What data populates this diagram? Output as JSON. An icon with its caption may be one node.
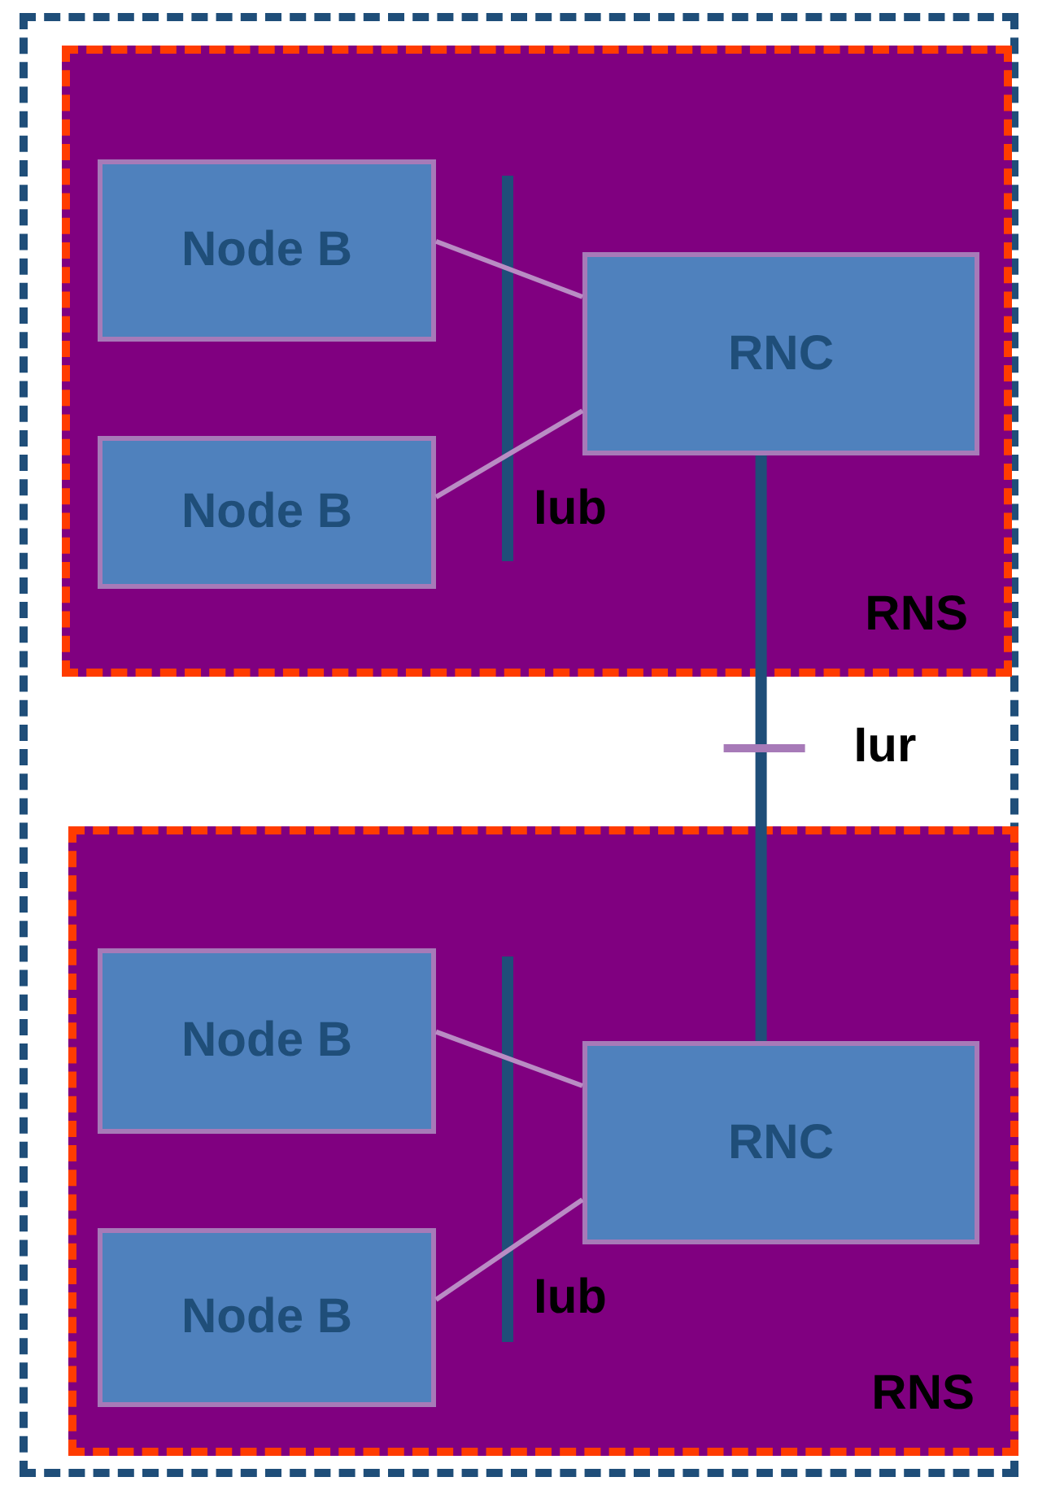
{
  "diagram": {
    "nodes": [
      {
        "text": [],
        "shape": "box"
      },
      {
        "text": [
          "RNS"
        ],
        "in": 0
      },
      {
        "text": [
          "Node B"
        ],
        "in": 1
      },
      {
        "text": [
          "Node B"
        ],
        "in": 1
      },
      {
        "text": [
          "RNC"
        ],
        "in": 1
      },
      {
        "text": [
          "RNS"
        ],
        "in": 0
      },
      {
        "text": [
          "Node B"
        ],
        "in": 5
      },
      {
        "text": [
          "Node B"
        ],
        "in": 5
      },
      {
        "text": [
          "RNC"
        ],
        "in": 5
      }
    ],
    "edges": [
      {
        "from": 2,
        "to": 4,
        "arrow": "none"
      },
      {
        "from": 3,
        "to": 4,
        "arrow": "none"
      },
      {
        "from": 6,
        "to": 8,
        "arrow": "none"
      },
      {
        "from": 7,
        "to": 8,
        "arrow": "none"
      },
      {
        "from": 4,
        "to": 8,
        "arrow": "none",
        "label": "Iur",
        "style": "thick",
        "color": "#1f4e79"
      }
    ],
    "labels": [
      "Iub",
      "Iub"
    ]
  }
}
